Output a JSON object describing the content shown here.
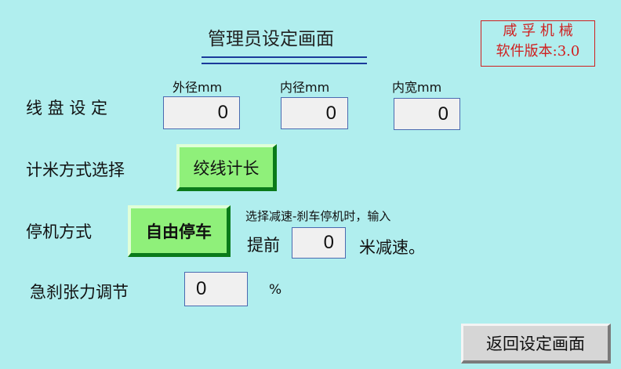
{
  "header": {
    "title": "管理员设定画面"
  },
  "brand": {
    "company": "咸 孚 机 械",
    "version": "软件版本:3.0"
  },
  "coil": {
    "label": "线 盘 设 定",
    "fields": [
      {
        "label": "外径mm",
        "value": "0"
      },
      {
        "label": "内径mm",
        "value": "0"
      },
      {
        "label": "内宽mm",
        "value": "0"
      }
    ]
  },
  "metering": {
    "label": "计米方式选择",
    "button": "绞线计长"
  },
  "stop": {
    "label": "停机方式",
    "button": "自由停车",
    "note": "选择减速-刹车停机时，输入",
    "prefix": "提前",
    "value": "0",
    "suffix": "米减速。"
  },
  "tension": {
    "label": "急刹张力调节",
    "value": "0",
    "unit": "%"
  },
  "footer": {
    "back_button": "返回设定画面"
  }
}
